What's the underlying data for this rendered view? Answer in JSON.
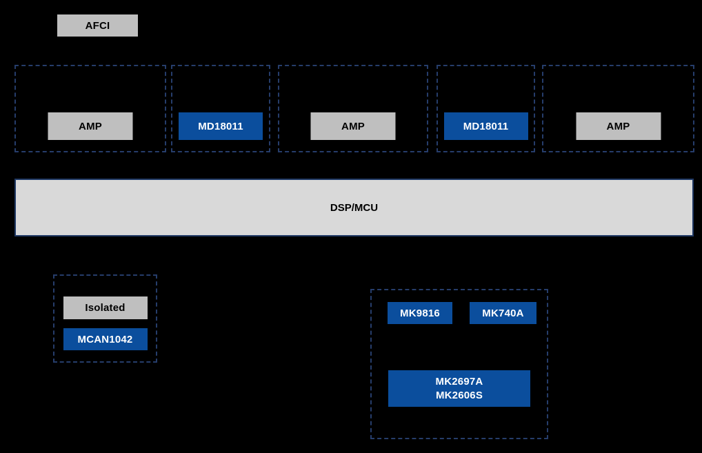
{
  "colors": {
    "background": "#000000",
    "chip_gray": "#bfbfbf",
    "chip_blue": "#0b4e9d",
    "dsp_fill": "#d9d9d9",
    "dsp_border": "#1f3864",
    "dashed_border": "#263d6b",
    "chip_text_on_gray": "#000000",
    "chip_text_on_blue": "#ffffff"
  },
  "afci": {
    "label": "AFCI"
  },
  "signal_chain": {
    "groups": [
      {
        "chip": {
          "label": "AMP",
          "variant": "gray"
        }
      },
      {
        "chip": {
          "label": "MD18011",
          "variant": "blue"
        }
      },
      {
        "chip": {
          "label": "AMP",
          "variant": "gray"
        }
      },
      {
        "chip": {
          "label": "MD18011",
          "variant": "blue"
        }
      },
      {
        "chip": {
          "label": "AMP",
          "variant": "gray"
        }
      }
    ]
  },
  "controller": {
    "label": "DSP/MCU"
  },
  "interface_group": {
    "chips": [
      {
        "label": "Isolated",
        "variant": "gray"
      },
      {
        "label": "MCAN1042",
        "variant": "blue"
      }
    ]
  },
  "power_group": {
    "top_chips": [
      {
        "label": "MK9816",
        "variant": "blue"
      },
      {
        "label": "MK740A",
        "variant": "blue"
      }
    ],
    "main_chip": {
      "line1": "MK2697A",
      "line2": "MK2606S",
      "variant": "blue"
    }
  }
}
